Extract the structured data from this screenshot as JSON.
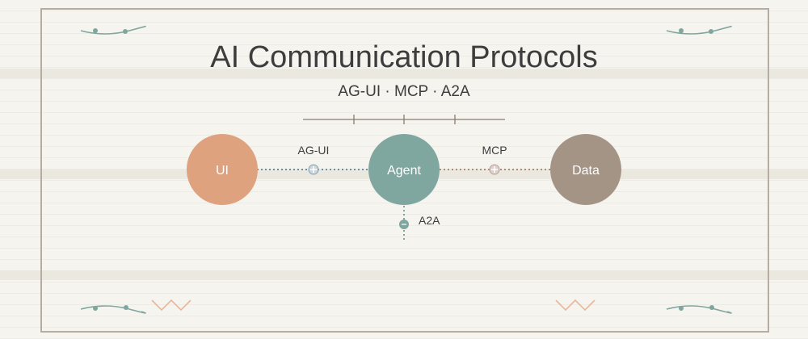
{
  "title": "AI Communication Protocols",
  "subtitle": "AG-UI · MCP · A2A",
  "nodes": {
    "ui": "UI",
    "agent": "Agent",
    "data": "Data"
  },
  "edges": {
    "agui": "AG-UI",
    "mcp": "MCP",
    "a2a": "A2A"
  },
  "colors": {
    "ui": "#dea27f",
    "agent": "#7fa69f",
    "data": "#a39486",
    "text": "#3d3d3d",
    "frame": "#b6aca2"
  }
}
